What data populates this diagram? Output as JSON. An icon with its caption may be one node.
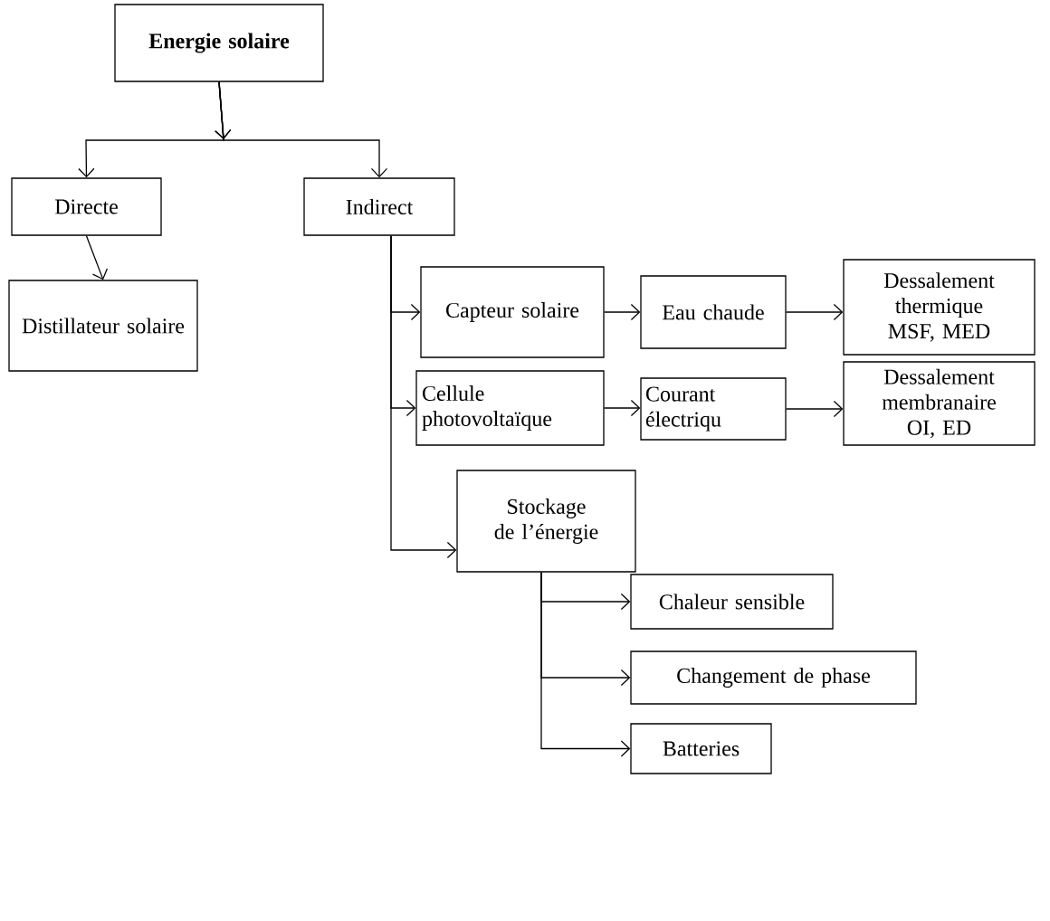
{
  "diagram": {
    "nodes": [
      {
        "text": [
          "Energie solaire"
        ]
      },
      {
        "text": [
          "Directe"
        ]
      },
      {
        "text": [
          "Indirect"
        ]
      },
      {
        "text": [
          "Distillateur solaire"
        ]
      },
      {
        "text": [
          "Capteur solaire"
        ]
      },
      {
        "text": [
          "Eau chaude"
        ]
      },
      {
        "text": [
          "Dessalement thermique MSF, MED"
        ]
      },
      {
        "text": [
          "Cellule photovoltaïque"
        ]
      },
      {
        "text": [
          "Courant électriqu"
        ]
      },
      {
        "text": [
          "Dessalement membranaire OI, ED"
        ]
      },
      {
        "text": [
          "Stockage de l’énergie"
        ]
      },
      {
        "text": [
          "Chaleur sensible"
        ]
      },
      {
        "text": [
          "Changement de phase"
        ]
      },
      {
        "text": [
          "Batteries"
        ]
      }
    ],
    "edges": [
      {
        "from": 0,
        "to": 1,
        "arrow": "to"
      },
      {
        "from": 0,
        "to": 2,
        "arrow": "to"
      },
      {
        "from": 1,
        "to": 3,
        "arrow": "to"
      },
      {
        "from": 2,
        "to": 4,
        "arrow": "to"
      },
      {
        "from": 4,
        "to": 5,
        "arrow": "to"
      },
      {
        "from": 5,
        "to": 6,
        "arrow": "to"
      },
      {
        "from": 2,
        "to": 7,
        "arrow": "to"
      },
      {
        "from": 7,
        "to": 8,
        "arrow": "to"
      },
      {
        "from": 8,
        "to": 9,
        "arrow": "to"
      },
      {
        "from": 2,
        "to": 10,
        "arrow": "to"
      },
      {
        "from": 10,
        "to": 11,
        "arrow": "to"
      },
      {
        "from": 10,
        "to": 12,
        "arrow": "to"
      },
      {
        "from": 10,
        "to": 13,
        "arrow": "to"
      }
    ]
  }
}
